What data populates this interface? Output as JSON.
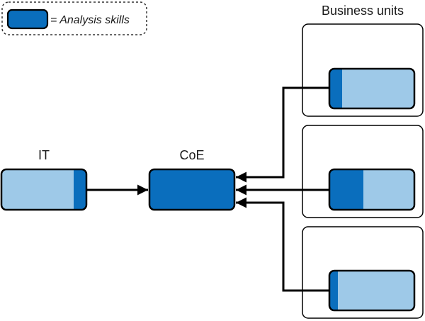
{
  "legend": {
    "text": "= Analysis skills",
    "color_dark": "#0a6ebd"
  },
  "colors": {
    "dark_blue": "#0a6ebd",
    "light_blue": "#9ec9e8",
    "stroke": "#000000"
  },
  "labels": {
    "business_units": "Business units",
    "it": "IT",
    "coe": "CoE"
  },
  "skill_levels": {
    "it": 0.15,
    "coe": 1.0,
    "business_unit_1": 0.15,
    "business_unit_2": 0.4,
    "business_unit_3": 0.1
  }
}
